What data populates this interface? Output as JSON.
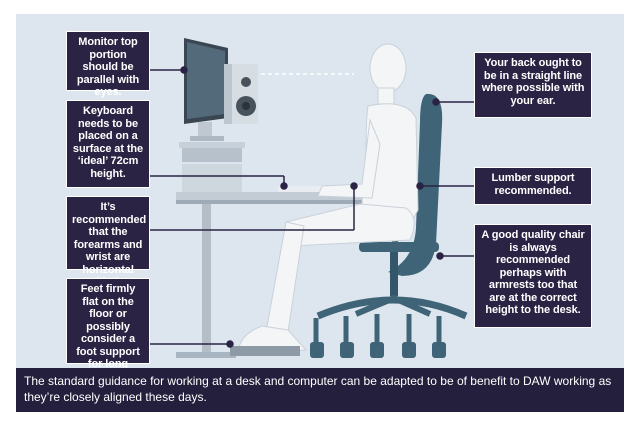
{
  "callouts": {
    "monitor": "Monitor top portion should be parallel with eyes.",
    "keyboard": "Keyboard needs to be placed on a surface at the ‘ideal’ 72cm height.",
    "forearms": "It’s recommended that the forearms and wrist are horizontal with the elbow.",
    "feet": "Feet firmly flat on the floor or possibly consider a foot support for long periods of time, or some unused guitar pedals",
    "back": "Your back ought to be in a straight line where possible with your ear.",
    "lumbar": "Lumber support recommended.",
    "chair": "A good quality chair is always recommended perhaps with armrests too that are at the correct height to the desk."
  },
  "caption": "The standard guidance for working at a desk and computer can be adapted to be of benefit to DAW working as they’re closely aligned these days.",
  "colors": {
    "background": "#dde6ee",
    "callout_bg": "#2a2343",
    "caption_bg": "#241f3d",
    "chair": "#3f6478",
    "figure": "#f4f5f7",
    "desk": "#b8c3cd"
  }
}
